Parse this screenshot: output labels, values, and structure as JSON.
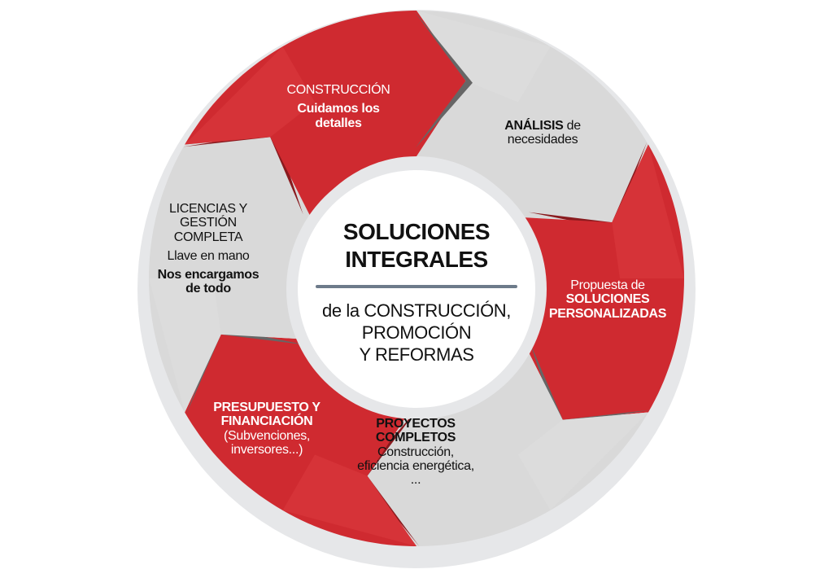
{
  "center": {
    "title_line1": "SOLUCIONES",
    "title_line2": "INTEGRALES",
    "sub_line1": "de la CONSTRUCCIÓN,",
    "sub_line2": "PROMOCIÓN",
    "sub_line3": "Y REFORMAS"
  },
  "segments": {
    "analisis": {
      "bold": "ANÁLISIS",
      "rest": " de",
      "line2": "necesidades"
    },
    "propuesta": {
      "line1": "Propuesta de",
      "line2": "SOLUCIONES",
      "line3": "PERSONALIZADAS"
    },
    "proyectos": {
      "line1": "PROYECTOS",
      "line2": "COMPLETOS",
      "line3": "Construcción,",
      "line4": "eficiencia energética,",
      "line5": "..."
    },
    "presupuesto": {
      "line1": "PRESUPUESTO Y",
      "line2": "FINANCIACIÓN",
      "line3": "(Subvenciones,",
      "line4": "inversores...)"
    },
    "licencias": {
      "line1": "LICENCIAS Y",
      "line2": "GESTIÓN",
      "line3": "COMPLETA",
      "line4": "Llave en mano",
      "line5": "Nos encargamos",
      "line6": "de todo"
    },
    "construccion": {
      "line1": "CONSTRUCCIÓN",
      "line2": "Cuidamos los",
      "line3": "detalles"
    }
  },
  "colors": {
    "red": "#cf2a30",
    "red_light": "#db3a3e",
    "gray": "#d9d9d9",
    "ring": "#e6e7e9",
    "shadow_gray": "#666666",
    "shadow_red": "#8a1a1e",
    "rule": "#6d7b8a"
  }
}
